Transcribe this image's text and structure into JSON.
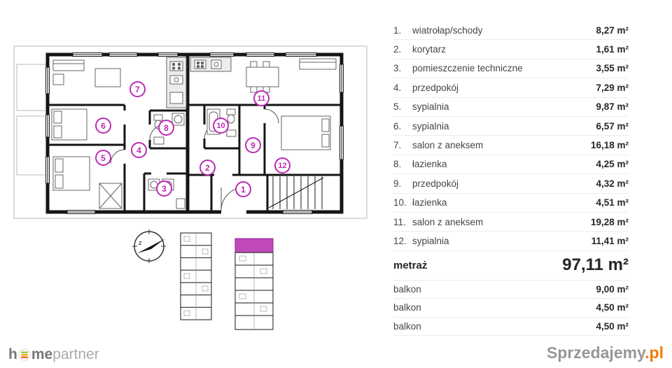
{
  "colors": {
    "accent": "#bb2bb5",
    "orange": "#f07c00"
  },
  "rooms": [
    {
      "n": "1",
      "label": "wiatrołap/schody",
      "area": "8,27 m²"
    },
    {
      "n": "2",
      "label": "korytarz",
      "area": "1,61 m²"
    },
    {
      "n": "3",
      "label": "pomieszczenie techniczne",
      "area": "3,55 m²"
    },
    {
      "n": "4",
      "label": "przedpokój",
      "area": "7,29 m²"
    },
    {
      "n": "5",
      "label": "sypialnia",
      "area": "9,87 m²"
    },
    {
      "n": "6",
      "label": "sypialnia",
      "area": "6,57 m²"
    },
    {
      "n": "7",
      "label": "salon z aneksem",
      "area": "16,18 m²"
    },
    {
      "n": "8",
      "label": "łazienka",
      "area": "4,25 m²"
    },
    {
      "n": "9",
      "label": "przedpokój",
      "area": "4,32 m²"
    },
    {
      "n": "10",
      "label": "łazienka",
      "area": "4,51 m²"
    },
    {
      "n": "11",
      "label": "salon z aneksem",
      "area": "19,28 m²"
    },
    {
      "n": "12",
      "label": "sypialnia",
      "area": "11,41 m²"
    }
  ],
  "summary": {
    "label": "metraż",
    "value": "97,11 m²"
  },
  "balconies": [
    {
      "label": "balkon",
      "area": "9,00 m²"
    },
    {
      "label": "balkon",
      "area": "4,50 m²"
    },
    {
      "label": "balkon",
      "area": "4,50 m²"
    }
  ],
  "logo": {
    "prefix": "h",
    "middle": "me",
    "suffix": "partner"
  },
  "watermark": {
    "name": "Sprzedajemy",
    "tld": ".pl"
  },
  "compass": {
    "label": "z"
  }
}
